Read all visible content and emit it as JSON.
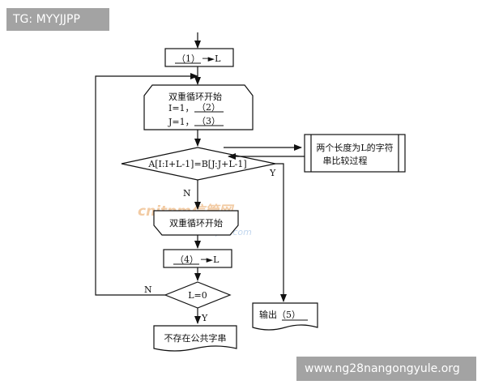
{
  "watermark_top": "TG: MYYJJPP",
  "watermark_bottom": "www.ng28nangongyule.org",
  "flowchart": {
    "init_label": "（1）",
    "init_arrow": "─►L",
    "loop_start_title": "双重循环开始",
    "loop_i_prefix": "I=1，",
    "loop_i_blank": "（2）",
    "loop_j_prefix": "J=1，",
    "loop_j_blank": "（3）",
    "compare_condition": "A[I:I+L-1]=B[J:J+L-1]",
    "compare_yes": "Y",
    "compare_no": "N",
    "subprocess_line1": "两个长度为L的字符",
    "subprocess_line2": "串比较过程",
    "loop_end": "双重循环开始",
    "update_label": "（4）",
    "update_arrow": "─►L",
    "check_condition": "L=0",
    "check_no": "N",
    "check_yes": "Y",
    "output_label": "输出（5）",
    "no_common": "不存在公共字串"
  },
  "faint_watermark": {
    "main": "cnitpm信管网",
    "sub": "www.cnitpm.com"
  }
}
